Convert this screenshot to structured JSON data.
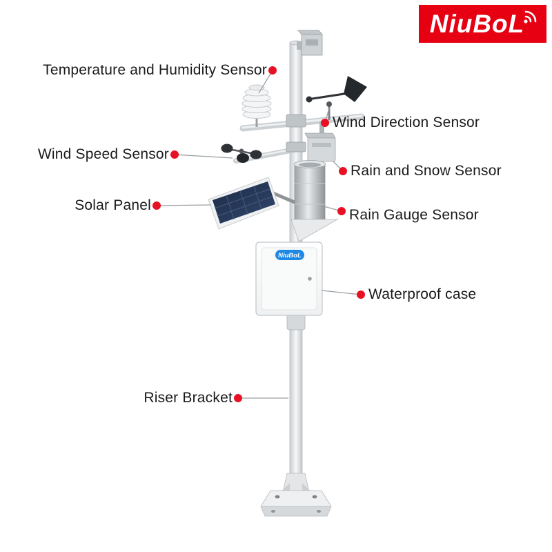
{
  "brand_logo": {
    "text": "NiuBoL",
    "background_color": "#e60012",
    "text_color": "#ffffff",
    "icon": "signal-waves-icon"
  },
  "station": {
    "case_badge_text": "NiuBoL"
  },
  "style": {
    "callout_dot_color": "#e81123",
    "leader_line_color": "#9aa0a4",
    "label_text_color": "#1a1a1a"
  },
  "labels": [
    {
      "id": "temperature-humidity-sensor",
      "text": "Temperature and Humidity Sensor",
      "side": "left"
    },
    {
      "id": "wind-direction-sensor",
      "text": "Wind Direction Sensor",
      "side": "right"
    },
    {
      "id": "wind-speed-sensor",
      "text": "Wind Speed Sensor",
      "side": "left"
    },
    {
      "id": "rain-and-snow-sensor",
      "text": "Rain and Snow Sensor",
      "side": "right"
    },
    {
      "id": "solar-panel",
      "text": "Solar Panel",
      "side": "left"
    },
    {
      "id": "rain-gauge-sensor",
      "text": "Rain Gauge Sensor",
      "side": "right"
    },
    {
      "id": "waterproof-case",
      "text": "Waterproof case",
      "side": "right"
    },
    {
      "id": "riser-bracket",
      "text": "Riser Bracket",
      "side": "left"
    }
  ]
}
